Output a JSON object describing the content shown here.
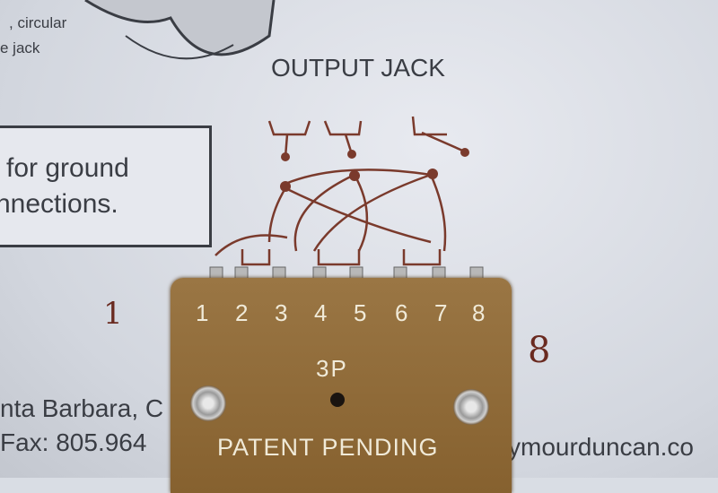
{
  "sheet": {
    "partial_text_top": [
      ", circular",
      "e jack"
    ],
    "title": "OUTPUT JACK",
    "boxed_text": [
      "for ground",
      "nnections."
    ],
    "address_partial": "nta Barbara, C",
    "fax_partial": "Fax: 805.964",
    "website_partial": "ymourduncan.co"
  },
  "handwriting": {
    "left_label": "1",
    "right_label": "8"
  },
  "board": {
    "pin_numbers": [
      "1",
      "2",
      "3",
      "4",
      "5",
      "6",
      "7",
      "8"
    ],
    "model": "3P",
    "footer": "PATENT PENDING",
    "color": "#8f6b38"
  }
}
